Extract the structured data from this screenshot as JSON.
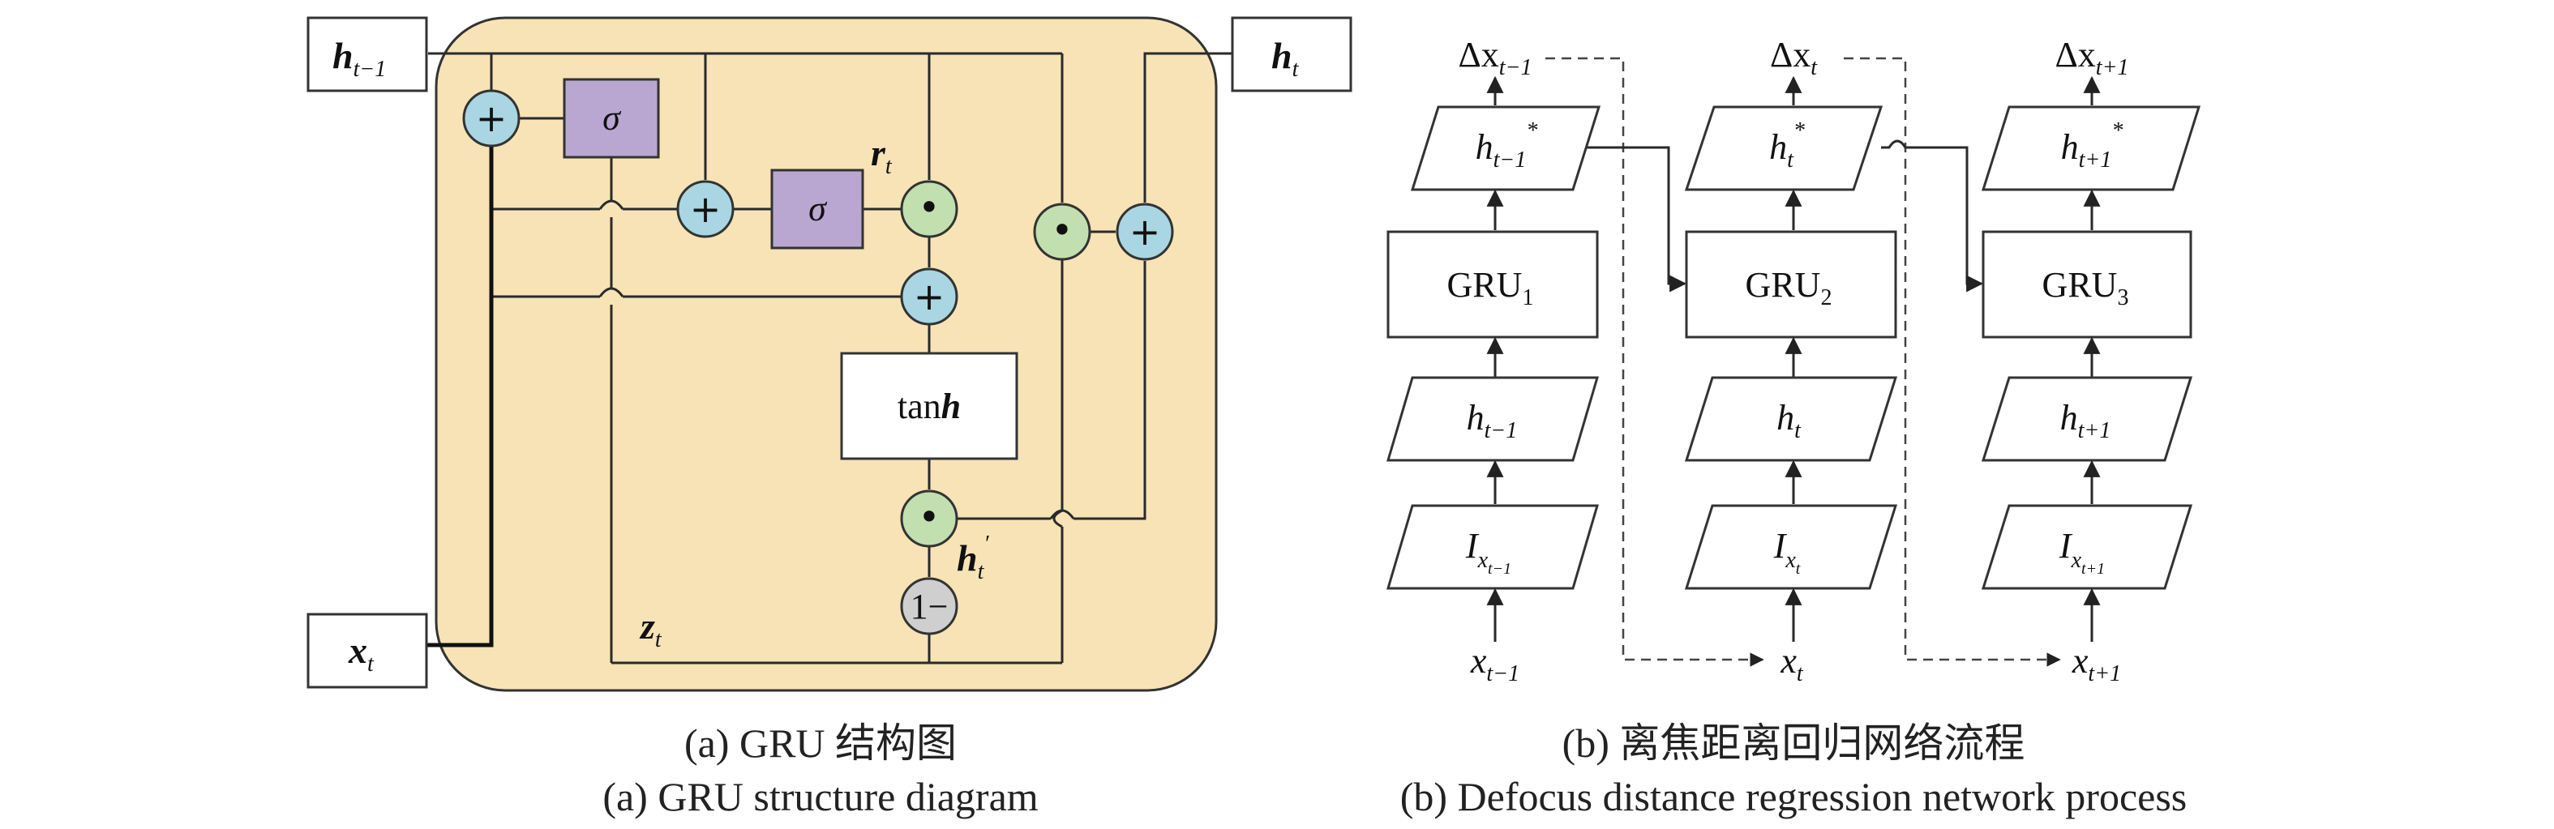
{
  "gru": {
    "h_prev": {
      "base": "h",
      "sub": "t−1"
    },
    "h_out": {
      "base": "h",
      "sub": "t"
    },
    "x_in": {
      "base": "x",
      "sub": "t"
    },
    "sigma1": "σ",
    "sigma2": "σ",
    "r_label": {
      "base": "r",
      "sub": "t"
    },
    "z_label": {
      "base": "z",
      "sub": "t"
    },
    "tanh": {
      "prefix": "tan",
      "bold": "h"
    },
    "hprime": {
      "base": "h",
      "sub": "t",
      "sup": "′"
    },
    "plus": "+",
    "dot": "•",
    "one_minus": "1−"
  },
  "flow": {
    "columns": [
      {
        "delta": {
          "base": "Δx",
          "sub": "t−1"
        },
        "hstar": {
          "base": "h",
          "sub": "t−1",
          "sup": "*"
        },
        "gru": {
          "base": "GRU",
          "sub": "1"
        },
        "h": {
          "base": "h",
          "sub": "t−1"
        },
        "I": {
          "base": "I",
          "sub": "x",
          "subsub": "t−1"
        },
        "x": {
          "base": "x",
          "sub": "t−1"
        }
      },
      {
        "delta": {
          "base": "Δx",
          "sub": "t"
        },
        "hstar": {
          "base": "h",
          "sub": "t",
          "sup": "*"
        },
        "gru": {
          "base": "GRU",
          "sub": "2"
        },
        "h": {
          "base": "h",
          "sub": "t"
        },
        "I": {
          "base": "I",
          "sub": "x",
          "subsub": "t"
        },
        "x": {
          "base": "x",
          "sub": "t"
        }
      },
      {
        "delta": {
          "base": "Δx",
          "sub": "t+1"
        },
        "hstar": {
          "base": "h",
          "sub": "t+1",
          "sup": "*"
        },
        "gru": {
          "base": "GRU",
          "sub": "3"
        },
        "h": {
          "base": "h",
          "sub": "t+1"
        },
        "I": {
          "base": "I",
          "sub": "x",
          "subsub": "t+1"
        },
        "x": {
          "base": "x",
          "sub": "t+1"
        }
      }
    ]
  },
  "captions": {
    "a_cn": "(a) GRU 结构图",
    "a_en": "(a) GRU structure diagram",
    "b_cn": "(b) 离焦距离回归网络流程",
    "b_en": "(b) Defocus distance regression network process"
  },
  "colors": {
    "panel_fill": "#f7e3b5",
    "panel_stroke": "#333333",
    "sigma_fill": "#b9a7d2",
    "add_fill": "#a9d6e2",
    "mul_fill": "#c2dfb0",
    "one_minus_fill": "#cfcfcf"
  }
}
